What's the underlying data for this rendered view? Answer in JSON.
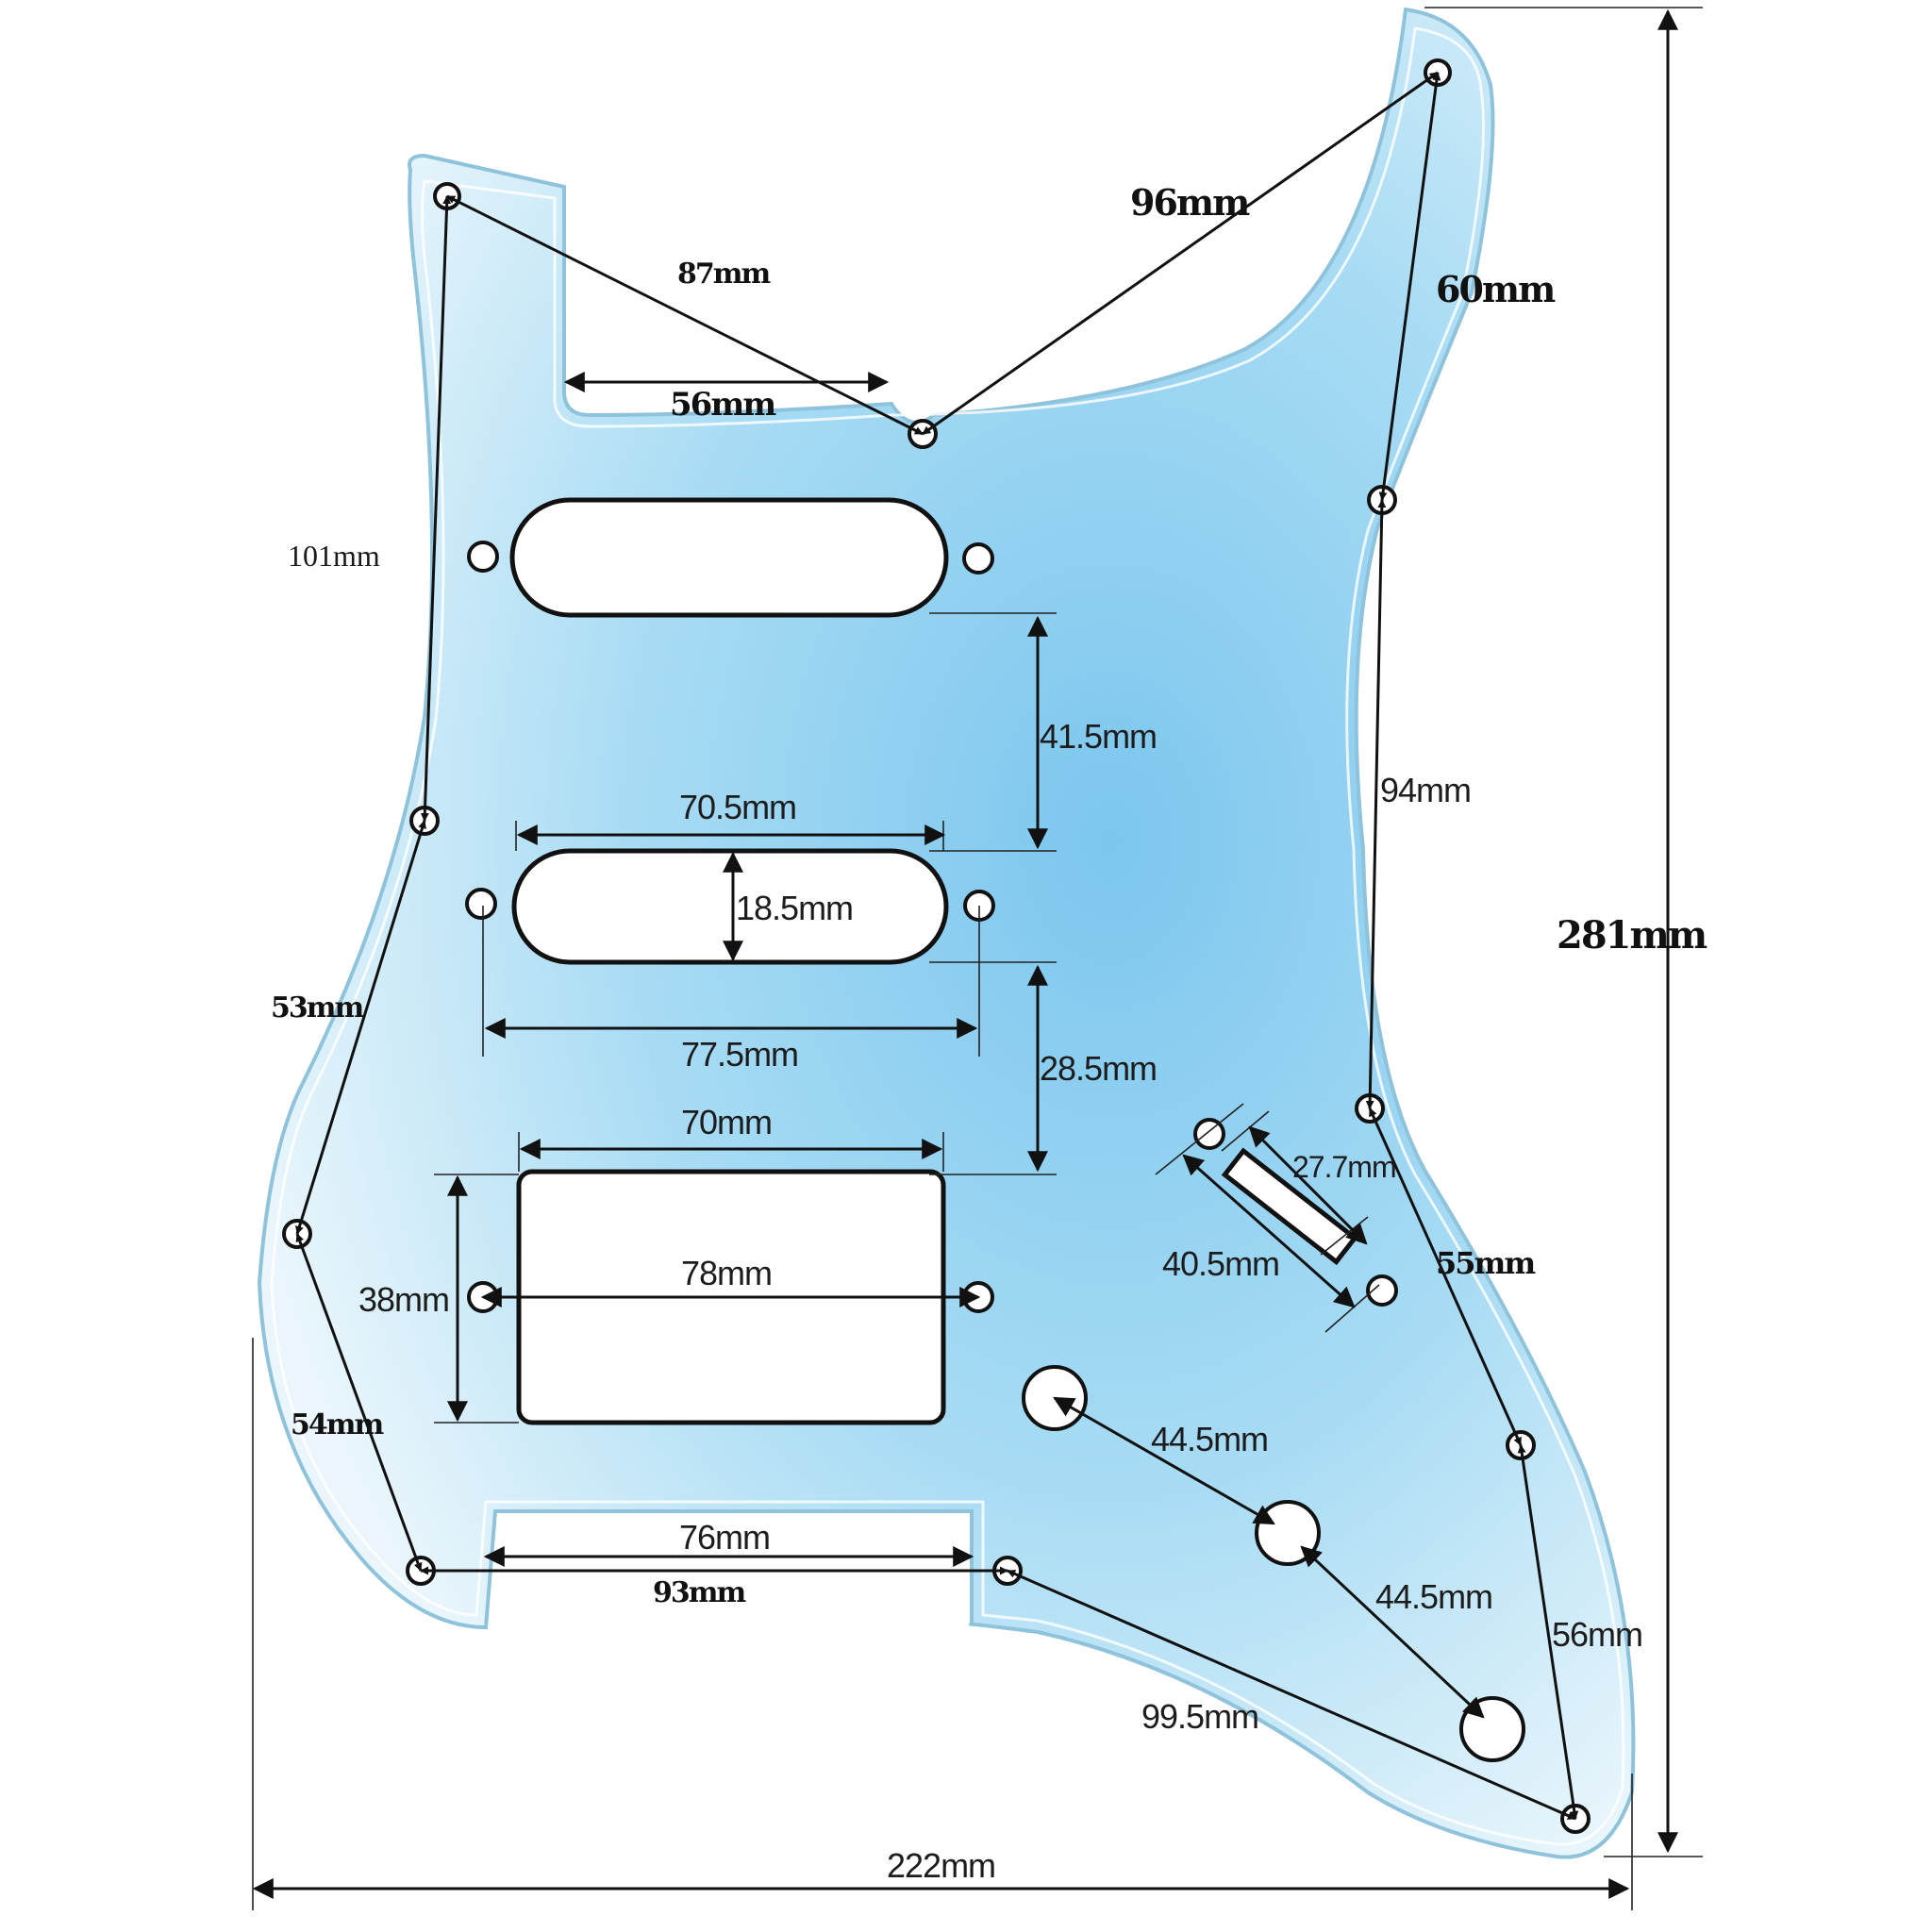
{
  "colors": {
    "guard_light": "#eaf6fc",
    "guard_mid": "#a9dcf4",
    "guard_deep": "#7cc6ee",
    "outline": "#8fc3dc",
    "ink": "#111111"
  },
  "dimensions": {
    "total_width": "222mm",
    "total_height": "281mm",
    "top_horn_span": "87mm",
    "neck_pocket": "56mm",
    "upper_diagonal": "96mm",
    "upper_right": "60mm",
    "left_upper": "101mm",
    "left_mid": "53mm",
    "left_lower": "54mm",
    "bottom_screws": "93mm",
    "bottom_cutout": "76mm",
    "bottom_diagonal": "99.5mm",
    "right_lower": "56mm",
    "right_mid": "55mm",
    "right_long": "94mm",
    "neck_to_middle": "41.5mm",
    "middle_to_bridge": "28.5mm",
    "single_coil_length": "70.5mm",
    "single_coil_width": "18.5mm",
    "single_coil_screws": "77.5mm",
    "humbucker_length": "70mm",
    "humbucker_width": "38mm",
    "humbucker_screws": "78mm",
    "switch_slot": "27.7mm",
    "switch_screws": "40.5mm",
    "knob_spacing_1": "44.5mm",
    "knob_spacing_2": "44.5mm"
  }
}
